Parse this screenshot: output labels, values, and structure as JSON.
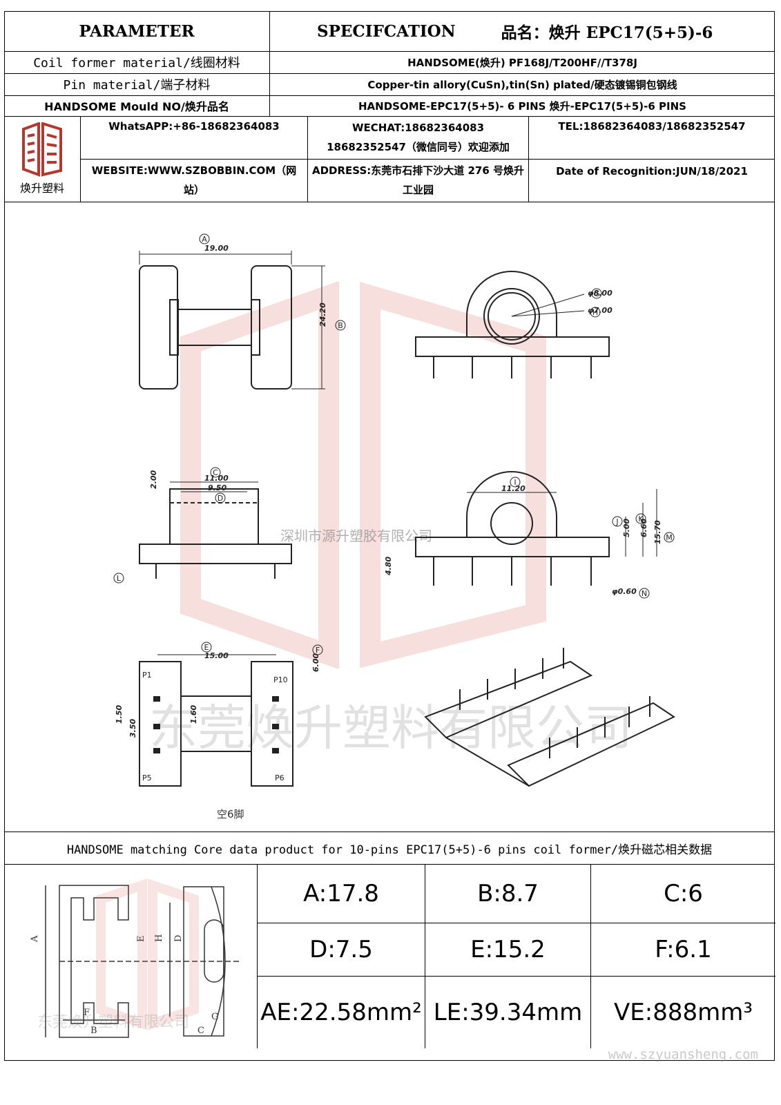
{
  "header": {
    "parameter": "PARAMETER",
    "specification": "SPECIFCATION",
    "product_label": "品名：焕升 EPC17(5+5)-6"
  },
  "rows": [
    {
      "label": "Coil former material/线圈材料",
      "value": "HANDSOME(焕升)   PF168J/T200HF//T378J"
    },
    {
      "label": "Pin material/端子材料",
      "value": "Copper-tin allory(CuSn),tin(Sn) plated/硬态镀锡铜包钢线"
    },
    {
      "label": "HANDSOME Mould NO/焕升品名",
      "value": "HANDSOME-EPC17(5+5)- 6 PINS   焕升-EPC17(5+5)-6 PINS"
    }
  ],
  "contact": {
    "logo_caption": "焕升塑料",
    "whatsapp": "WhatsAPP:+86-18682364083",
    "wechat": "WECHAT:18682364083",
    "wechat_note": "18682352547（微信同号）欢迎添加",
    "tel": "TEL:18682364083/18682352547",
    "website": "WEBSITE:WWW.SZBOBBIN.COM（网站）",
    "address": "ADDRESS:东莞市石排下沙大道 276 号焕升工业园",
    "date": "Date of Recognition:JUN/18/2021"
  },
  "drawing": {
    "watermark_1": "深圳市源升塑胶有限公司",
    "watermark_2": "东莞焕升塑料有限公司",
    "watermark_3": "www.szyuansheng.com",
    "note": "空6脚",
    "labels": [
      "A",
      "B",
      "C",
      "D",
      "E",
      "F",
      "G",
      "H",
      "I",
      "J",
      "K",
      "L",
      "M",
      "N"
    ],
    "dims": {
      "a": "19.00",
      "b": "24.20",
      "c": "11.00",
      "d": "9.50",
      "e": "15.00",
      "f": "6.00",
      "g": "φ8.00",
      "h": "φ7.00",
      "i": "11.20",
      "j": "5.00",
      "k": "6.60",
      "m": "15.70",
      "n": "φ0.60",
      "l": "4.80",
      "top": "2.00",
      "p1": "1.50",
      "p2": "3.50",
      "p3": "1.60"
    },
    "pins": [
      "P10",
      "P1",
      "P5",
      "P6"
    ]
  },
  "core_section": {
    "title": "HANDSOME matching Core data  product for 10-pins EPC17(5+5)-6 pins coil former/焕升磁芯相关数据",
    "watermark": "东莞焕升塑料有限公司",
    "core_labels": [
      "A",
      "E",
      "H",
      "D",
      "F",
      "B",
      "C",
      "G"
    ],
    "values": [
      [
        "A:17.8",
        "B:8.7",
        "C:6"
      ],
      [
        "D:7.5",
        "E:15.2",
        "F:6.1"
      ],
      [
        "AE:22.58mm²",
        "LE:39.34mm",
        "VE:888mm³"
      ]
    ]
  }
}
